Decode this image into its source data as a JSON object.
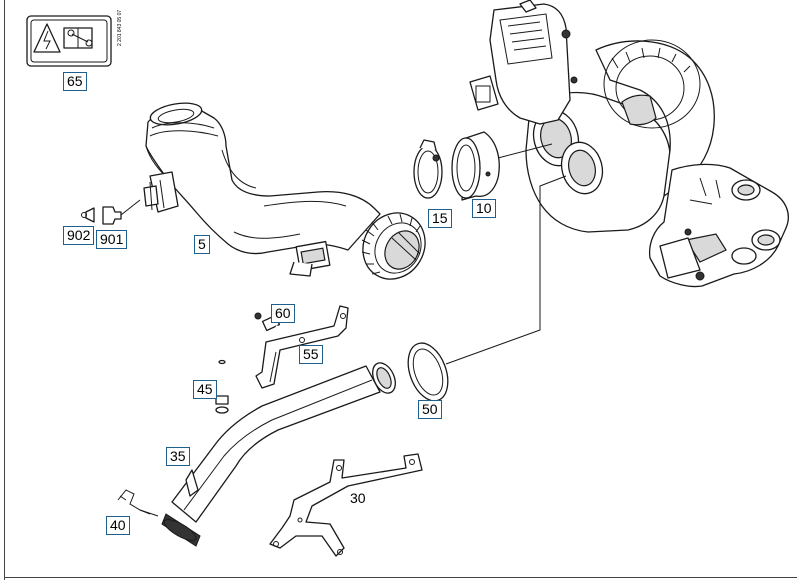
{
  "diagram": {
    "callouts": [
      {
        "id": "65",
        "label": "65"
      },
      {
        "id": "15",
        "label": "15"
      },
      {
        "id": "10",
        "label": "10"
      },
      {
        "id": "902",
        "label": "902"
      },
      {
        "id": "901",
        "label": "901"
      },
      {
        "id": "5",
        "label": "5"
      },
      {
        "id": "60",
        "label": "60"
      },
      {
        "id": "55",
        "label": "55"
      },
      {
        "id": "45",
        "label": "45"
      },
      {
        "id": "50",
        "label": "50"
      },
      {
        "id": "35",
        "label": "35"
      },
      {
        "id": "40",
        "label": "40"
      }
    ],
    "plain_labels": [
      {
        "id": "30",
        "label": "30"
      }
    ],
    "warning_label_text": "2 201 843 05 07"
  }
}
